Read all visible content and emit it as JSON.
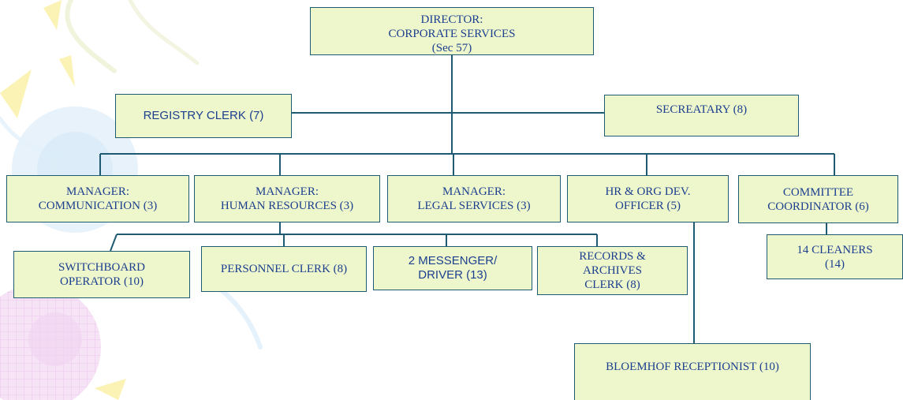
{
  "colors": {
    "box_fill": "#eef7cc",
    "box_border": "#1f5a73",
    "text": "#1c3f8f",
    "connector": "#1f5a73"
  },
  "nodes": {
    "director": {
      "line1": "DIRECTOR:",
      "line2": "CORPORATE SERVICES",
      "line3": "(Sec 57)"
    },
    "registry_clerk": {
      "label": "REGISTRY CLERK (7)"
    },
    "secretary": {
      "label": "SECREATARY  (8)"
    },
    "manager_communication": {
      "line1": "MANAGER:",
      "line2": "COMMUNICATION (3)"
    },
    "manager_hr": {
      "line1": "MANAGER:",
      "line2": "HUMAN RESOURCES (3)"
    },
    "manager_legal": {
      "line1": "MANAGER:",
      "line2": "LEGAL SERVICES (3)"
    },
    "hr_org_dev": {
      "line1": "HR & ORG DEV.",
      "line2": "OFFICER (5)"
    },
    "committee_coordinator": {
      "line1": "COMMITTEE",
      "line2": "COORDINATOR (6)"
    },
    "switchboard_operator": {
      "line1": "SWITCHBOARD",
      "line2": "OPERATOR (10)"
    },
    "personnel_clerk": {
      "label": "PERSONNEL CLERK (8)"
    },
    "messenger_driver": {
      "line1": "2 MESSENGER/",
      "line2": "DRIVER (13)"
    },
    "records_clerk": {
      "line1": "RECORDS &",
      "line2": "ARCHIVES",
      "line3": "CLERK (8)"
    },
    "cleaners": {
      "line1": "14 CLEANERS",
      "line2": "(14)"
    },
    "bloemhof_receptionist": {
      "label": "BLOEMHOF RECEPTIONIST (10)"
    }
  }
}
